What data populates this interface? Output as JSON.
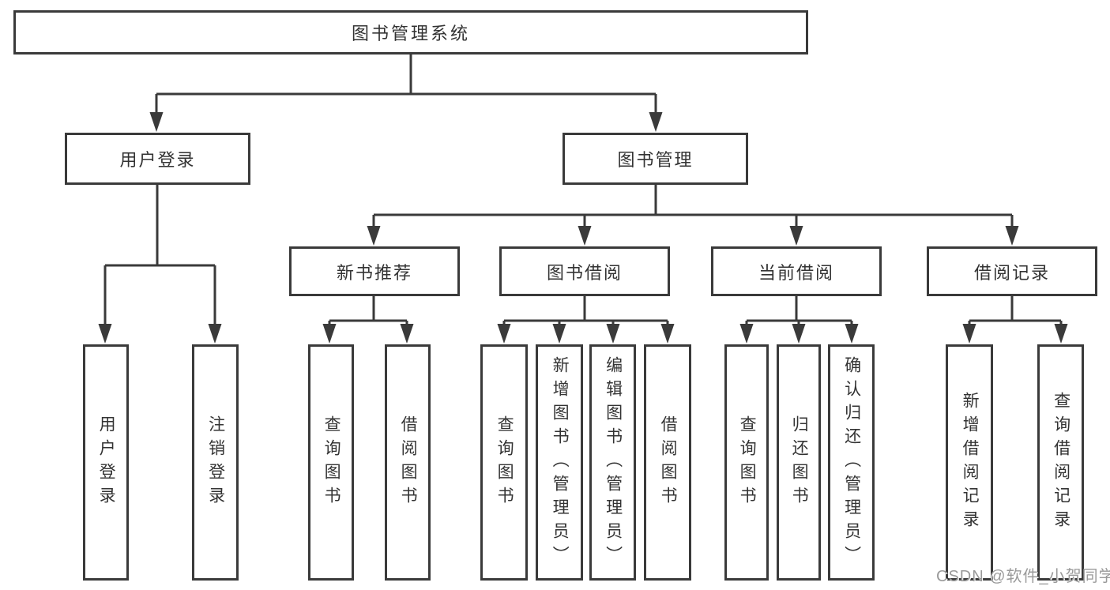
{
  "diagram": {
    "root": {
      "label": "图书管理系统"
    },
    "branches": [
      {
        "label": "用户登录",
        "children": [
          {
            "label": "用户登录"
          },
          {
            "label": "注销登录"
          }
        ]
      },
      {
        "label": "图书管理",
        "children": [
          {
            "label": "新书推荐",
            "children": [
              {
                "label": "查询图书"
              },
              {
                "label": "借阅图书"
              }
            ]
          },
          {
            "label": "图书借阅",
            "children": [
              {
                "label": "查询图书"
              },
              {
                "label": "新增图书（管理员）"
              },
              {
                "label": "编辑图书（管理员）"
              },
              {
                "label": "借阅图书"
              }
            ]
          },
          {
            "label": "当前借阅",
            "children": [
              {
                "label": "查询图书"
              },
              {
                "label": "归还图书"
              },
              {
                "label": "确认归还（管理员）"
              }
            ]
          },
          {
            "label": "借阅记录",
            "children": [
              {
                "label": "新增借阅记录"
              },
              {
                "label": "查询借阅记录"
              }
            ]
          }
        ]
      }
    ]
  },
  "watermark": {
    "text": "CSDN @软件_小贺同学"
  },
  "colors": {
    "line": "#3a3a3a",
    "text": "#333333",
    "background": "#ffffff",
    "watermark": "#9a9a9a"
  }
}
